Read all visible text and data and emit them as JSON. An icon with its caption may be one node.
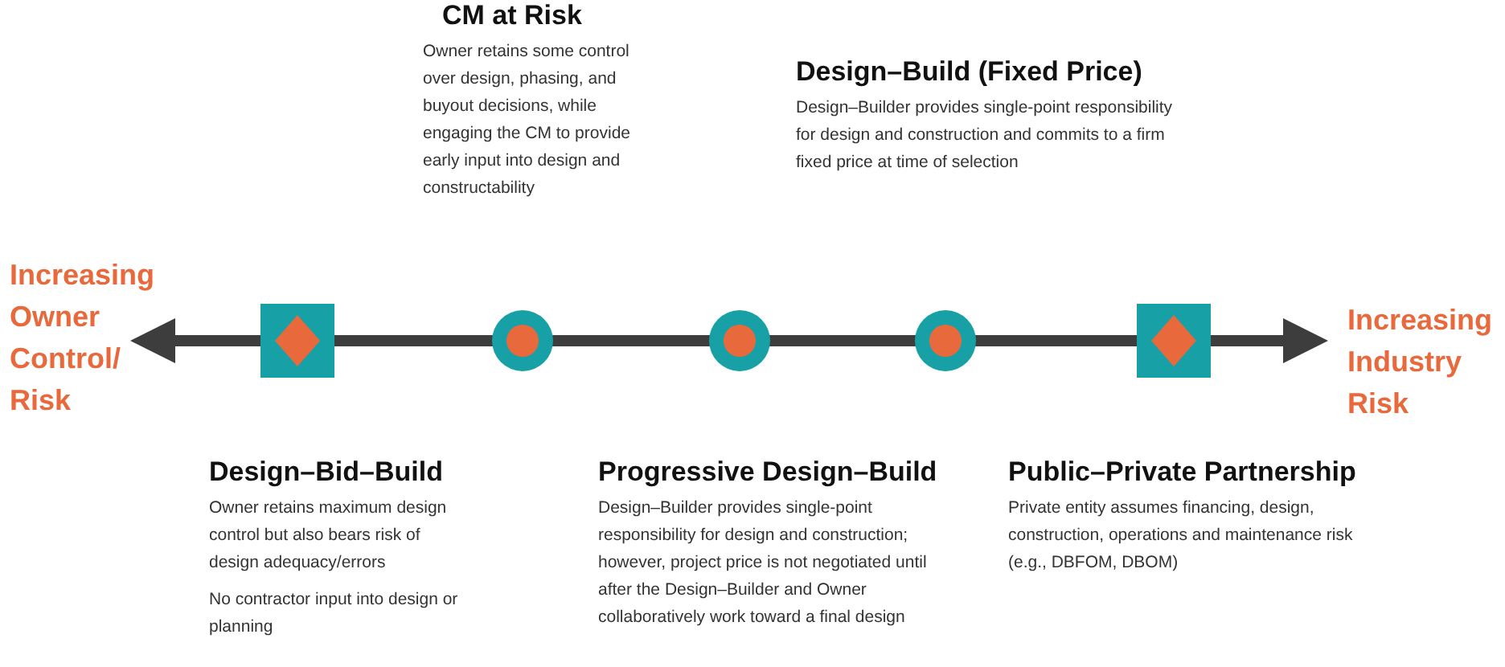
{
  "diagram": {
    "nodes": [
      {
        "text": [],
        "shape": "box",
        "beside": [
          "Design–Bid–Build",
          "Owner retains maximum design control but also bears risk of design adequacy/errors",
          "No contractor input into design or planning"
        ]
      },
      {
        "text": [],
        "shape": "circle",
        "beside": [
          "CM at Risk",
          "Owner retains some control over design, phasing, and buyout decisions, while engaging the CM to provide early input into design and constructability"
        ]
      },
      {
        "text": [],
        "shape": "circle",
        "beside": [
          "Progressive Design–Build",
          "Design–Builder provides single-point responsibility for design and construction; however, project price is not negotiated until after the Design–Builder and Owner collaboratively work toward a final design"
        ]
      },
      {
        "text": [],
        "shape": "circle",
        "beside": [
          "Design–Build (Fixed Price)",
          "Design–Builder provides single-point responsibility for design and construction and commits to a firm fixed price at time of selection"
        ]
      },
      {
        "text": [],
        "shape": "box",
        "beside": [
          "Public–Private Partnership",
          "Private entity assumes financing, design, construction, operations and maintenance risk (e.g., DBFOM, DBOM)"
        ]
      }
    ],
    "labels": [
      "Increasing Owner Control/ Risk",
      "Increasing Industry Risk"
    ]
  }
}
